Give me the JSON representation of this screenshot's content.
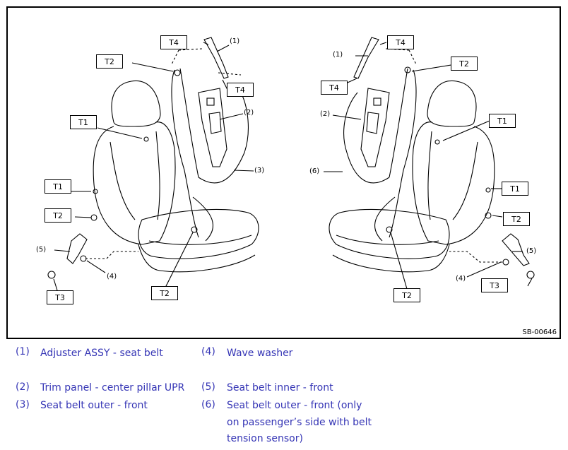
{
  "figure": {
    "id": "SB-00646",
    "left_view": {
      "tags": {
        "t4": "T4",
        "t2_top": "T2",
        "t1_head": "T1",
        "t1_low": "T1",
        "t2_low": "T2",
        "t3": "T3",
        "t2_bottom": "T2"
      },
      "callouts": {
        "c1": "(1)",
        "c2": "(2)",
        "c3": "(3)",
        "c4": "(4)",
        "c5": "(5)"
      }
    },
    "right_view": {
      "tags": {
        "t4": "T4",
        "t4_low": "T4",
        "t2_top": "T2",
        "t1_head": "T1",
        "t1_low": "T1",
        "t2_low": "T2",
        "t3": "T3",
        "t2_bottom": "T2"
      },
      "callouts": {
        "c1": "(1)",
        "c2": "(2)",
        "c4": "(4)",
        "c5": "(5)",
        "c6": "(6)"
      }
    },
    "left_view_extra": {
      "t4_low": "T4"
    }
  },
  "legend": [
    {
      "num": "(1)",
      "text": "Adjuster ASSY - seat belt"
    },
    {
      "num": "(4)",
      "text": "Wave washer"
    },
    {
      "num": "(2)",
      "text": "Trim panel - center pillar UPR"
    },
    {
      "num": "(5)",
      "text": "Seat belt inner - front"
    },
    {
      "num": "(3)",
      "text": "Seat belt outer - front"
    },
    {
      "num": "(6)",
      "text": "Seat belt outer - front (only"
    },
    {
      "num": "",
      "text": "on passenger’s side with belt"
    },
    {
      "num": "",
      "text": "tension sensor)"
    }
  ]
}
